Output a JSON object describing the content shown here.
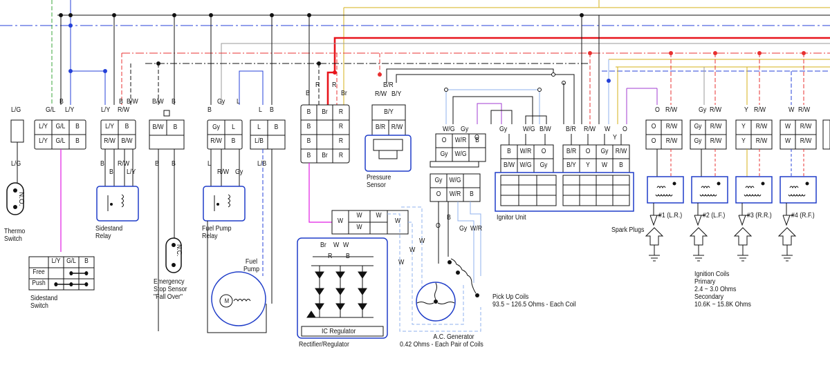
{
  "components": {
    "thermo_switch": {
      "label_lines": [
        "Thermo",
        "Switch"
      ],
      "contact": "N.O.",
      "wires": [
        "L/G",
        "L/G"
      ]
    },
    "sidestand_switch": {
      "label_lines": [
        "Sidestand",
        "Switch"
      ],
      "headers": [
        "",
        "L/Y",
        "G/L",
        "B"
      ],
      "rows": [
        [
          "Free",
          "",
          "●",
          "●"
        ],
        [
          "Push",
          "●",
          "●",
          "●"
        ]
      ],
      "row_labels": [
        "Free",
        "Push"
      ],
      "col_headers": [
        "L/Y",
        "G/L",
        "B"
      ],
      "wires": [
        "G/L",
        "B",
        "L/Y"
      ]
    },
    "sidestand_relay": {
      "label_lines": [
        "Sidestand",
        "Relay"
      ],
      "top_wires": [
        "L/Y",
        "R/W",
        "B/W",
        "B"
      ],
      "conn_top": [
        "L/Y",
        "B"
      ],
      "conn_bot": [
        "R/W",
        "B/W"
      ],
      "bot_wires": [
        "B",
        "R/W",
        "B",
        "L/Y"
      ]
    },
    "emergency_stop": {
      "label_lines": [
        "Emergency",
        "Stop Sensor",
        "\"Fall Over\""
      ],
      "contact": "N.C.",
      "wires": [
        "B/W",
        "B"
      ],
      "conn_top": [
        "B/W",
        "B"
      ],
      "bot_wires": [
        "B",
        "B"
      ]
    },
    "fuel_pump_relay": {
      "label_lines": [
        "Fuel Pump",
        "Relay"
      ],
      "top_wires": [
        "B",
        "Gy",
        "L"
      ],
      "conn_top": [
        "Gy",
        "L"
      ],
      "conn_bot": [
        "R/W",
        "B"
      ],
      "bot_wires": [
        "L",
        "R/W",
        "Gy"
      ]
    },
    "fuel_pump": {
      "label_lines": [
        "Fuel",
        "Pump"
      ],
      "motor": "M",
      "top_wires": [
        "L",
        "B"
      ],
      "conn_top": [
        "L",
        "B"
      ],
      "conn_bot": [
        "L/B"
      ],
      "bot_wires": [
        "L/B"
      ]
    },
    "rectifier": {
      "label": "Rectifier/Regulator",
      "inner": "IC Regulator",
      "top_wires": [
        "B",
        "R",
        "R",
        "Br"
      ],
      "conn_rows": [
        [
          "B",
          "Br",
          "R"
        ],
        [
          "B",
          "",
          "R"
        ],
        [
          "B",
          "",
          "R"
        ],
        [
          "B",
          "Br",
          "R"
        ]
      ],
      "bot_wires": [
        "Br",
        "W",
        "W",
        "R",
        "B"
      ],
      "conn2": [
        "W",
        "W",
        "W",
        "W",
        "W"
      ]
    },
    "pressure_sensor": {
      "label_lines": [
        "Pressure",
        "Sensor"
      ],
      "top_wires": [
        "B/R",
        "R/W",
        "B/Y"
      ],
      "conn_top": [
        "B/Y"
      ],
      "conn_bot": [
        "B/R",
        "R/W"
      ]
    },
    "ac_generator": {
      "label_lines": [
        "A.C. Generator",
        "0.42 Ohms - Each Pair of Coils"
      ],
      "wires": [
        "W",
        "W",
        "W"
      ]
    },
    "pickup_coils": {
      "label_lines": [
        "Pick Up Coils",
        "93.5 ~ 126.5 Ohms - Each Coil"
      ],
      "wires": [
        "O",
        "B",
        "Gy",
        "W/R"
      ]
    },
    "left_conn": {
      "top_wires": [
        "W/G",
        "Gy",
        "O"
      ],
      "rows": [
        [
          "O",
          "W/R",
          "B"
        ],
        [
          "Gy",
          "W/G",
          ""
        ],
        [
          "Gy",
          "W/G",
          ""
        ],
        [
          "O",
          "W/R",
          "B"
        ]
      ]
    },
    "ignitor": {
      "label": "Ignitor Unit",
      "top_wires_a": [
        "Gy",
        "W/G",
        "B/W"
      ],
      "top_wires_b": [
        "B/R",
        "R/W",
        "W",
        "Y",
        "O"
      ],
      "conn_a_rows": [
        [
          "B",
          "W/R",
          "O"
        ],
        [
          "B/W",
          "W/G",
          "Gy"
        ]
      ],
      "conn_b_rows": [
        [
          "B/R",
          "O",
          "Gy",
          "R/W"
        ],
        [
          "B/Y",
          "Y",
          "W",
          "B"
        ]
      ]
    },
    "coils": [
      {
        "label": "#1 (L.R.)",
        "wires": [
          "O",
          "R/W"
        ],
        "cells": [
          "O",
          "R/W",
          "O",
          "R/W"
        ]
      },
      {
        "label": "#2 (L.F.)",
        "wires": [
          "Gy",
          "R/W"
        ],
        "cells": [
          "Gy",
          "R/W",
          "Gy",
          "R/W"
        ]
      },
      {
        "label": "#3 (R.R.)",
        "wires": [
          "Y",
          "R/W"
        ],
        "cells": [
          "Y",
          "R/W",
          "Y",
          "R/W"
        ]
      },
      {
        "label": "#4 (R.F.)",
        "wires": [
          "W",
          "R/W"
        ],
        "cells": [
          "W",
          "R/W",
          "W",
          "R/W"
        ]
      }
    ],
    "spark_plugs": {
      "label": "Spark Plugs"
    },
    "ignition_coils": {
      "label_lines": [
        "Ignition Coils",
        "Primary",
        "2.4 ~ 3.0 Ohms",
        "Secondary",
        "10.6K ~ 15.8K Ohms"
      ]
    }
  },
  "colors": {
    "red": "#e8141b",
    "red_dash": "#e83030",
    "blue": "#2440d8",
    "lightblue": "#8fb0ec",
    "magenta": "#e11ce3",
    "purple": "#a23bd0",
    "yellow": "#d4b21a",
    "gray": "#8a8a8a",
    "black": "#111111",
    "green": "#3aa43a",
    "border_blue": "#1e3cc8"
  }
}
